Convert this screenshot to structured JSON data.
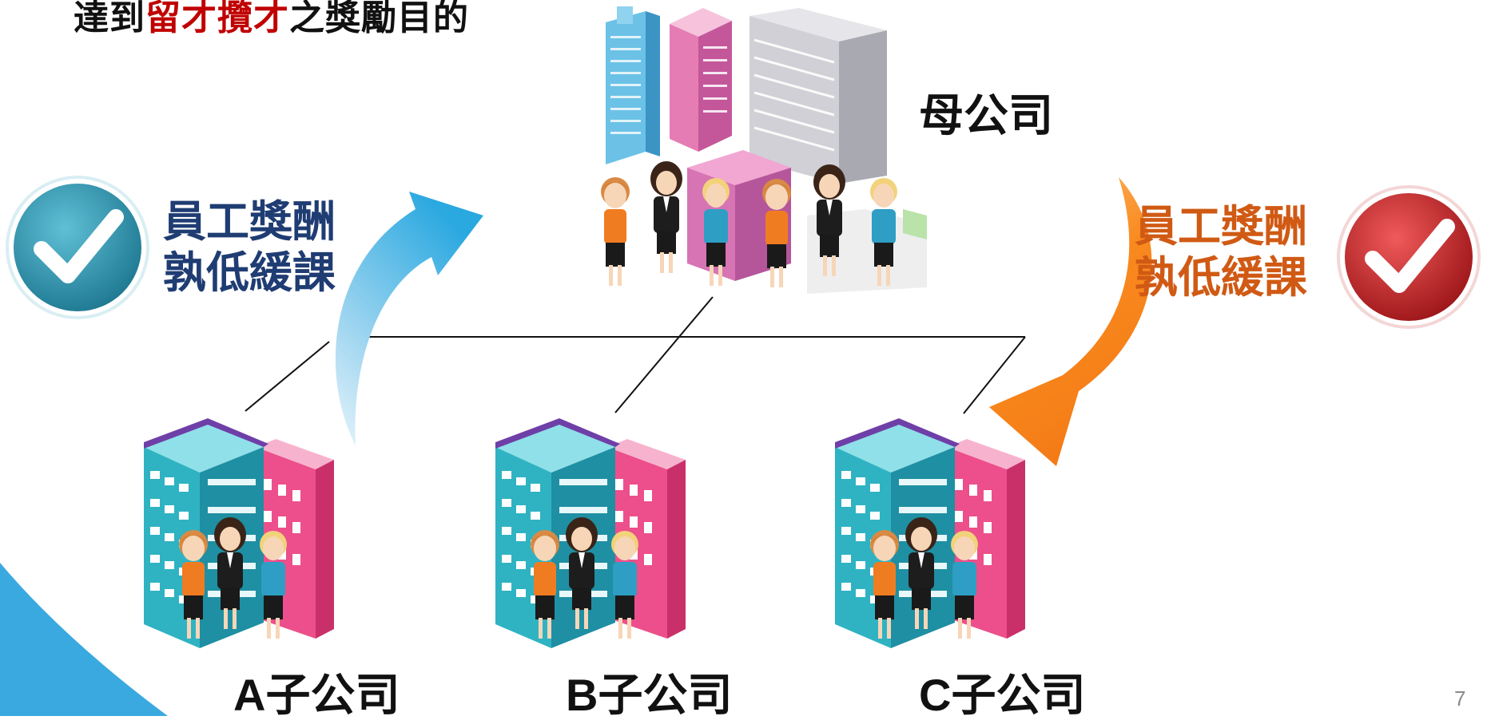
{
  "header": {
    "prefix": "達到",
    "highlight": "留才攬才",
    "suffix": "之獎勵目的"
  },
  "parent": {
    "label": "母公司"
  },
  "subsidiaries": [
    {
      "letter": "A",
      "suffix": "子公司"
    },
    {
      "letter": "B",
      "suffix": "子公司"
    },
    {
      "letter": "C",
      "suffix": "子公司"
    }
  ],
  "benefit_left": {
    "line1": "員工獎酬",
    "line2": "孰低緩課",
    "color": "#1f3c73",
    "badge_color": "#2a8fa8"
  },
  "benefit_right": {
    "line1": "員工獎酬",
    "line2": "孰低緩課",
    "color": "#d05a14",
    "badge_color": "#c0262a"
  },
  "arrows": {
    "left_color": "#4ab4e6",
    "right_color": "#f5851f"
  },
  "page_number": "7",
  "icons": [
    "building-icon",
    "people-icon",
    "check-badge-icon",
    "curved-arrow-icon"
  ]
}
